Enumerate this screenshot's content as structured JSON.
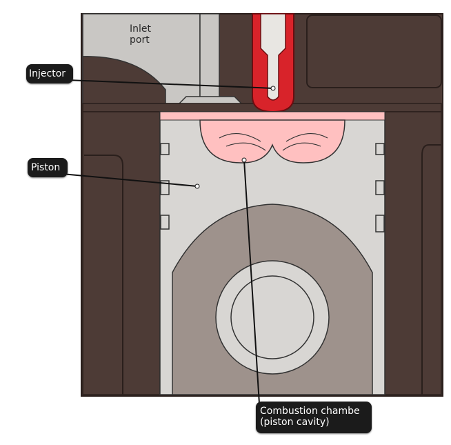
{
  "labels": {
    "inlet_port": "Inlet\nport",
    "injector": "Injector",
    "piston": "Piston",
    "combustion_chamber": "Combustion chambe\n(piston cavity)"
  },
  "colors": {
    "cylinder_wall": "#4d3b36",
    "wall_dark": "#3b2e2a",
    "piston_body": "#d8d6d3",
    "piston_cavity": "#ffc0c0",
    "injector": "#d8232a",
    "connecting_rod": "#9e928c",
    "background_grey": "#c9c7c4",
    "label_bg": "#1b1b1b"
  }
}
